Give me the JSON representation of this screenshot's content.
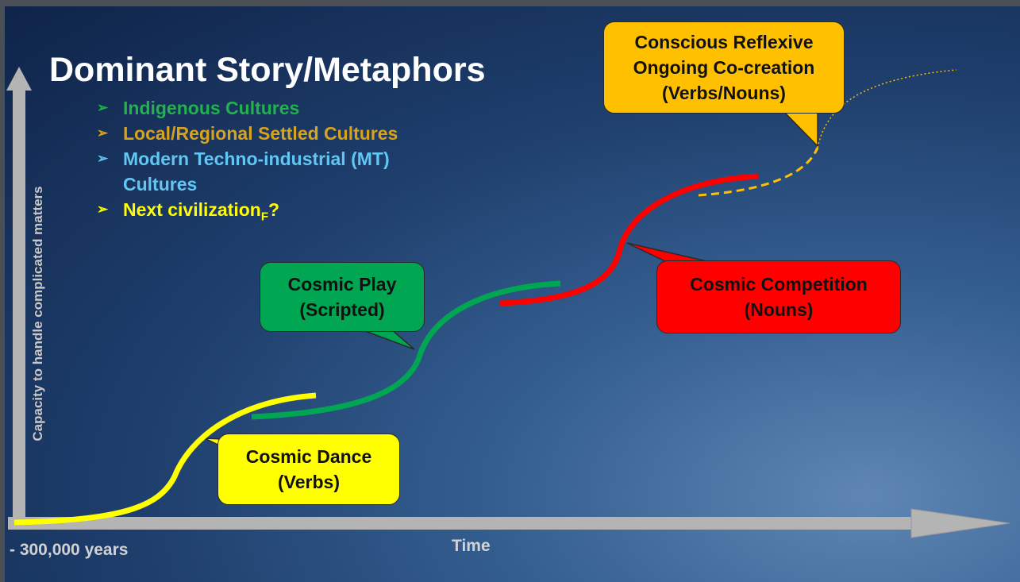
{
  "title": "Dominant Story/Metaphors",
  "bullets": [
    {
      "text": "Indigenous Cultures",
      "color": "#22b14c"
    },
    {
      "text": "Local/Regional Settled Cultures",
      "color": "#d9a21b"
    },
    {
      "text": "Modern Techno-industrial (MT) Cultures",
      "color": "#63c6f2"
    },
    {
      "text": "Next civilization",
      "sub": "F",
      "suffix": "?",
      "color": "#ffff00"
    }
  ],
  "callouts": {
    "dance": {
      "line1": "Cosmic Dance",
      "line2": "(Verbs)",
      "fill": "#ffff00"
    },
    "play": {
      "line1": "Cosmic Play",
      "line2": "(Scripted)",
      "fill": "#00a651"
    },
    "competition": {
      "line1": "Cosmic Competition",
      "line2": "(Nouns)",
      "fill": "#ff0000"
    },
    "reflexive": {
      "line1": "Conscious Reflexive",
      "line2": "Ongoing Co-creation",
      "line3": "(Verbs/Nouns)",
      "fill": "#ffc000"
    }
  },
  "axes": {
    "y_label": "Capacity to handle complicated matters",
    "x_label": "Time",
    "start_label": "- 300,000 years"
  },
  "colors": {
    "dance": "#ffff00",
    "play": "#00a651",
    "competition": "#ff0000",
    "next": "#ffc000",
    "axis": "#b4b4b4"
  }
}
